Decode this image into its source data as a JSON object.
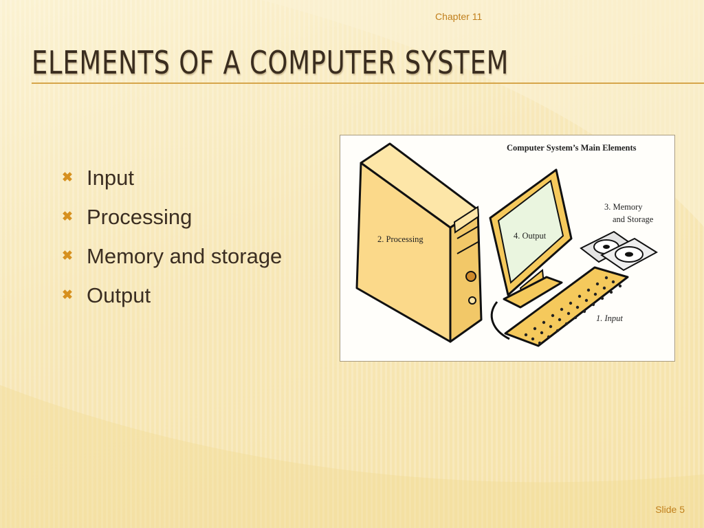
{
  "header": {
    "chapter": "Chapter 11"
  },
  "title": "ELEMENTS OF A COMPUTER SYSTEM",
  "bullets": [
    "Input",
    "Processing",
    "Memory and storage",
    "Output"
  ],
  "bullet_glyph": "✖",
  "figure": {
    "title": "Computer System’s Main Elements",
    "labels": {
      "processing": "2. Processing",
      "output": "4. Output",
      "memory_line1": "3. Memory",
      "memory_line2": "and Storage",
      "input": "1. Input"
    }
  },
  "footer": {
    "slide_number": "Slide 5"
  },
  "colors": {
    "accent": "#c07f1c",
    "title_text": "#3a2d1f",
    "bullet_mark": "#d6901e",
    "tower_fill": "#fbd98a",
    "screen_fill": "#eaf5df"
  }
}
